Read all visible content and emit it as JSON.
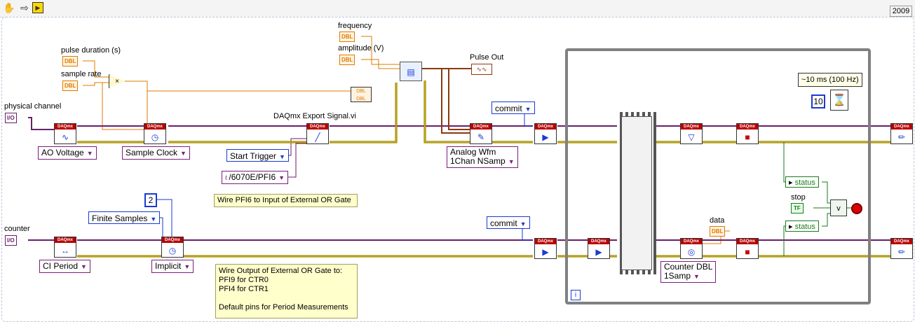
{
  "toolbar": {
    "year": "2009",
    "icons": [
      "hand-icon",
      "arrow-icon",
      "labview-icon"
    ]
  },
  "labels": {
    "pulse_duration": "pulse duration (s)",
    "sample_rate": "sample rate",
    "frequency": "frequency",
    "amplitude": "amplitude (V)",
    "physical_channel": "physical channel",
    "counter": "counter",
    "pulse_out": "Pulse Out",
    "export_signal": "DAQmx Export Signal.vi",
    "stop": "stop",
    "data": "data"
  },
  "terminals": {
    "dbl": "DBL",
    "io": "I/O",
    "tf": "TF"
  },
  "rings": {
    "start_trigger": "Start Trigger",
    "finite_samples": "Finite Samples",
    "commit_top": "commit",
    "commit_bottom": "commit"
  },
  "constants": {
    "two": "2",
    "ten": "10",
    "pfi_channel": "/6070E/PFI6",
    "timer_label": "~10 ms (100 Hz)",
    "loop_index": "i"
  },
  "polymorphic": {
    "ao_voltage": "AO Voltage",
    "sample_clock": "Sample Clock",
    "analog_wfm_line1": "Analog Wfm",
    "analog_wfm_line2": "1Chan NSamp",
    "ci_period": "CI Period",
    "implicit": "Implicit",
    "counter_dbl_line1": "Counter DBL",
    "counter_dbl_line2": "1Samp"
  },
  "notes": {
    "wire_pfi6": "Wire PFI6 to Input of External OR Gate",
    "wire_output_lines": [
      "Wire Output of External OR Gate to:",
      "PFI9 for CTR0",
      "PFI4 for CTR1",
      "",
      "Default pins for Period Measurements"
    ]
  },
  "status": {
    "top": "status",
    "bottom": "status"
  },
  "vi_header": "DAQmx",
  "colors": {
    "orange_wire": "#e07a00",
    "purple_wire": "#6a1f6a",
    "yellow_wire": "#c8c800",
    "error_wire": "#8a6a00",
    "green_wire": "#1a7a1a",
    "waveform_wire": "#8a3a10"
  }
}
